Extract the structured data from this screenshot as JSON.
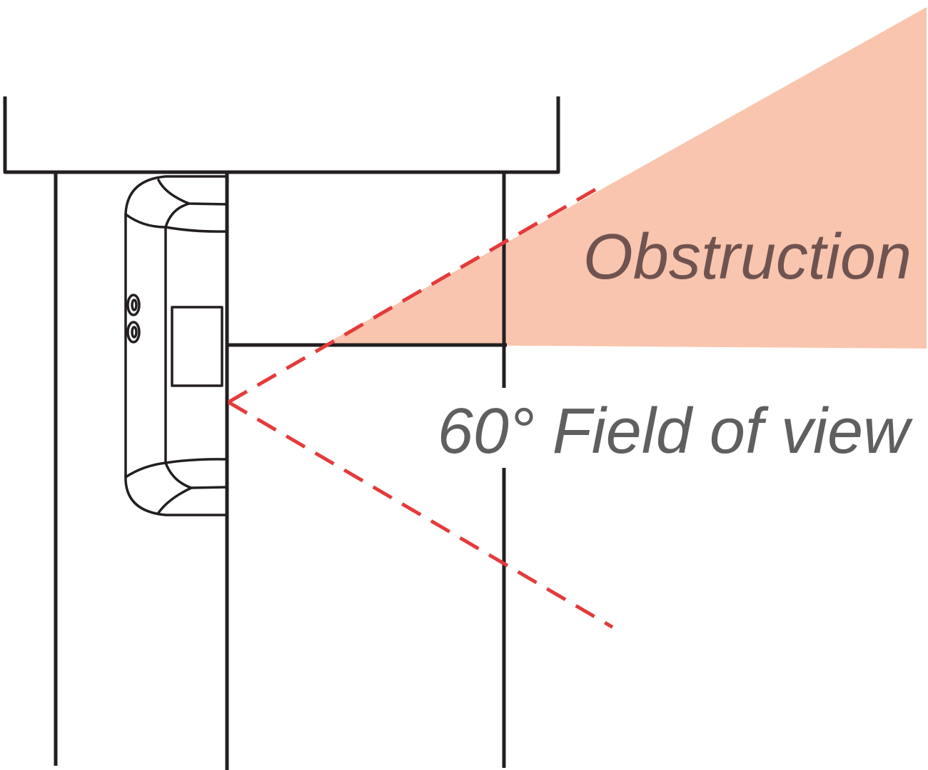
{
  "labels": {
    "obstruction": "Obstruction",
    "field_of_view": "60° Field of view"
  },
  "colors": {
    "line": "#231f20",
    "obstruction_fill": "#f8b79a",
    "obstruction_text": "#6f5350",
    "fov_text": "#5f5f5f",
    "fov_dash": "#e53a3a",
    "background": "#ffffff"
  },
  "field_of_view_degrees": 60,
  "elements": {
    "sensor_device": "motion-sensor",
    "obstruction_area": "obstruction-region"
  }
}
